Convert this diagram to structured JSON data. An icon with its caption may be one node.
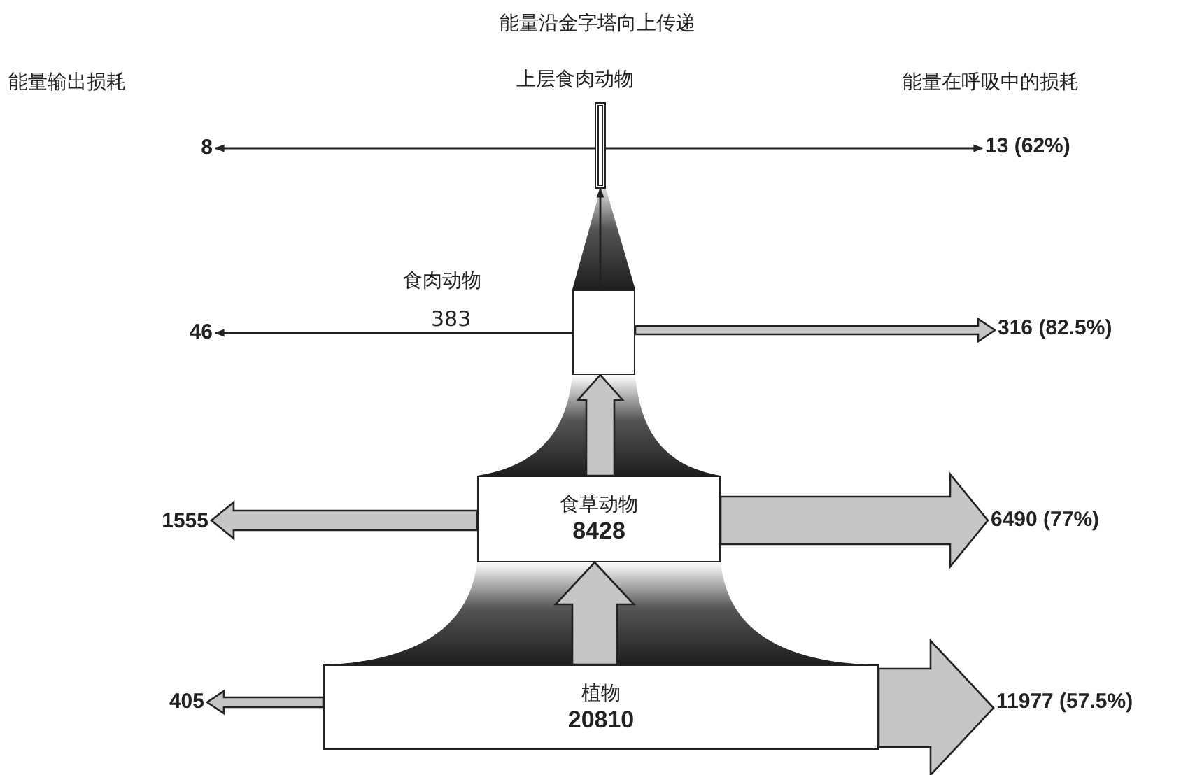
{
  "diagram": {
    "title": "能量沿金字塔向上传递",
    "nodes": [
      {
        "text": [],
        "shape": "bar",
        "beside": [
          "上层食肉动物"
        ]
      },
      {
        "text": [],
        "shape": "box",
        "beside": [
          "食肉动物",
          "383"
        ]
      },
      {
        "text": [
          "食草动物",
          "8428"
        ]
      },
      {
        "text": [
          "植物",
          "20810"
        ]
      },
      {
        "text": [
          "8"
        ]
      },
      {
        "text": [
          "13 (62%)"
        ]
      },
      {
        "text": [
          "46"
        ]
      },
      {
        "text": [
          "316 (82.5%)"
        ]
      },
      {
        "text": [
          "1555"
        ]
      },
      {
        "text": [
          "6490 (77%)"
        ]
      },
      {
        "text": [
          "405"
        ]
      },
      {
        "text": [
          "11977 (57.5%)"
        ]
      }
    ],
    "edges": [
      {
        "from": 0,
        "to": 4,
        "arrow": "to"
      },
      {
        "from": 0,
        "to": 5,
        "arrow": "to"
      },
      {
        "from": 1,
        "to": 6,
        "arrow": "to"
      },
      {
        "from": 1,
        "to": 7,
        "arrow": "to",
        "style": "thick"
      },
      {
        "from": 1,
        "to": 0,
        "arrow": "to"
      },
      {
        "from": 2,
        "to": 8,
        "arrow": "to",
        "style": "thick"
      },
      {
        "from": 2,
        "to": 9,
        "arrow": "to",
        "style": "thick"
      },
      {
        "from": 2,
        "to": 1,
        "arrow": "to",
        "style": "thick"
      },
      {
        "from": 3,
        "to": 10,
        "arrow": "to",
        "style": "thick"
      },
      {
        "from": 3,
        "to": 11,
        "arrow": "to",
        "style": "thick"
      },
      {
        "from": 3,
        "to": 2,
        "arrow": "to",
        "style": "thick"
      }
    ],
    "labels": [
      "能量输出损耗",
      "能量在呼吸中的损耗"
    ]
  }
}
